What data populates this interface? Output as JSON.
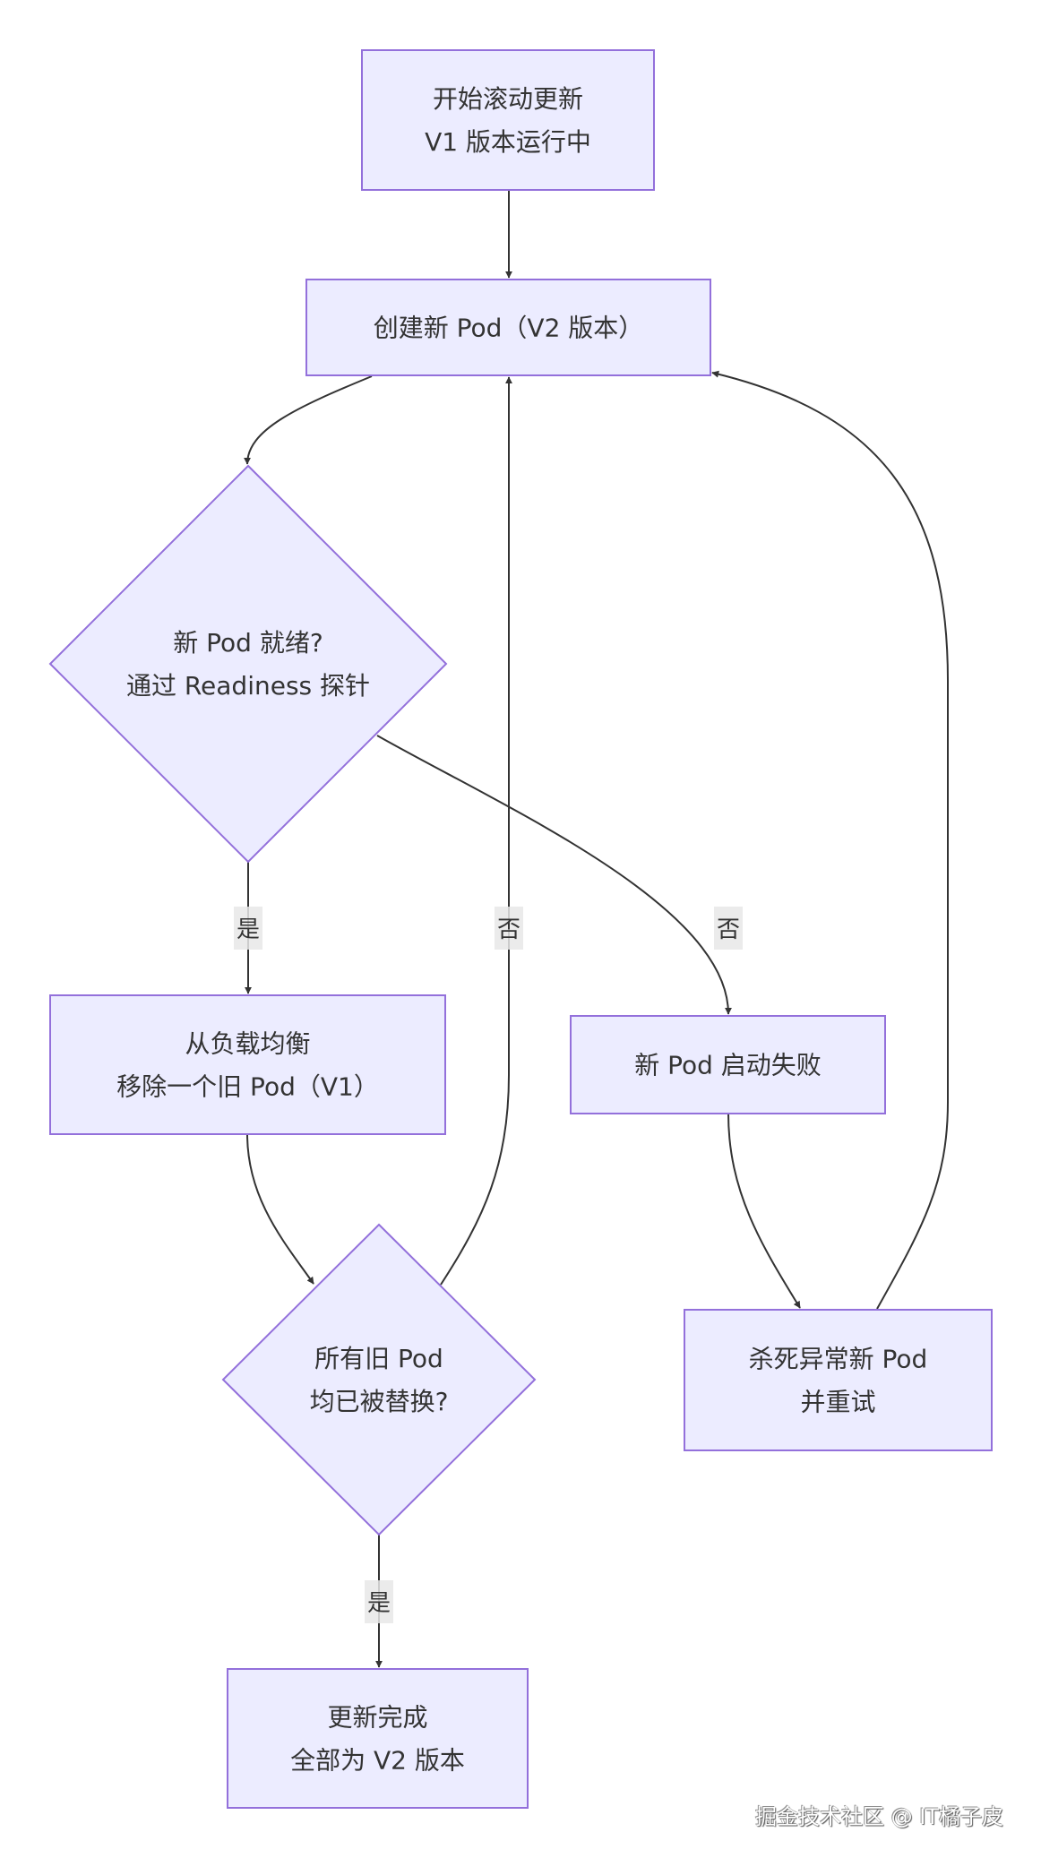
{
  "nodes": [
    {
      "id": "start",
      "shape": "rect",
      "lines": [
        "开始滚动更新",
        "V1 版本运行中"
      ]
    },
    {
      "id": "create",
      "shape": "rect",
      "lines": [
        "创建新 Pod（V2 版本）"
      ]
    },
    {
      "id": "ready",
      "shape": "diamond",
      "lines": [
        "新 Pod 就绪?",
        "通过 Readiness 探针"
      ]
    },
    {
      "id": "remove",
      "shape": "rect",
      "lines": [
        "从负载均衡",
        "移除一个旧 Pod（V1）"
      ]
    },
    {
      "id": "fail",
      "shape": "rect",
      "lines": [
        "新 Pod 启动失败"
      ]
    },
    {
      "id": "all",
      "shape": "diamond",
      "lines": [
        "所有旧 Pod",
        "均已被替换?"
      ]
    },
    {
      "id": "kill",
      "shape": "rect",
      "lines": [
        "杀死异常新 Pod",
        "并重试"
      ]
    },
    {
      "id": "done",
      "shape": "rect",
      "lines": [
        "更新完成",
        "全部为 V2 版本"
      ]
    }
  ],
  "edges": [
    {
      "from": "start",
      "to": "create",
      "label": ""
    },
    {
      "from": "create",
      "to": "ready",
      "label": ""
    },
    {
      "from": "ready",
      "to": "remove",
      "label": "是"
    },
    {
      "from": "ready",
      "to": "fail",
      "label": "否"
    },
    {
      "from": "remove",
      "to": "all",
      "label": ""
    },
    {
      "from": "all",
      "to": "create",
      "label": "否"
    },
    {
      "from": "all",
      "to": "done",
      "label": "是"
    },
    {
      "from": "fail",
      "to": "kill",
      "label": ""
    },
    {
      "from": "kill",
      "to": "create",
      "label": ""
    }
  ],
  "colors": {
    "node_fill": "#ECECFF",
    "node_stroke": "#9370DB",
    "edge": "#333333",
    "label_bg": "#e8e8e8"
  },
  "watermark": "掘金技术社区 @ IT橘子皮"
}
